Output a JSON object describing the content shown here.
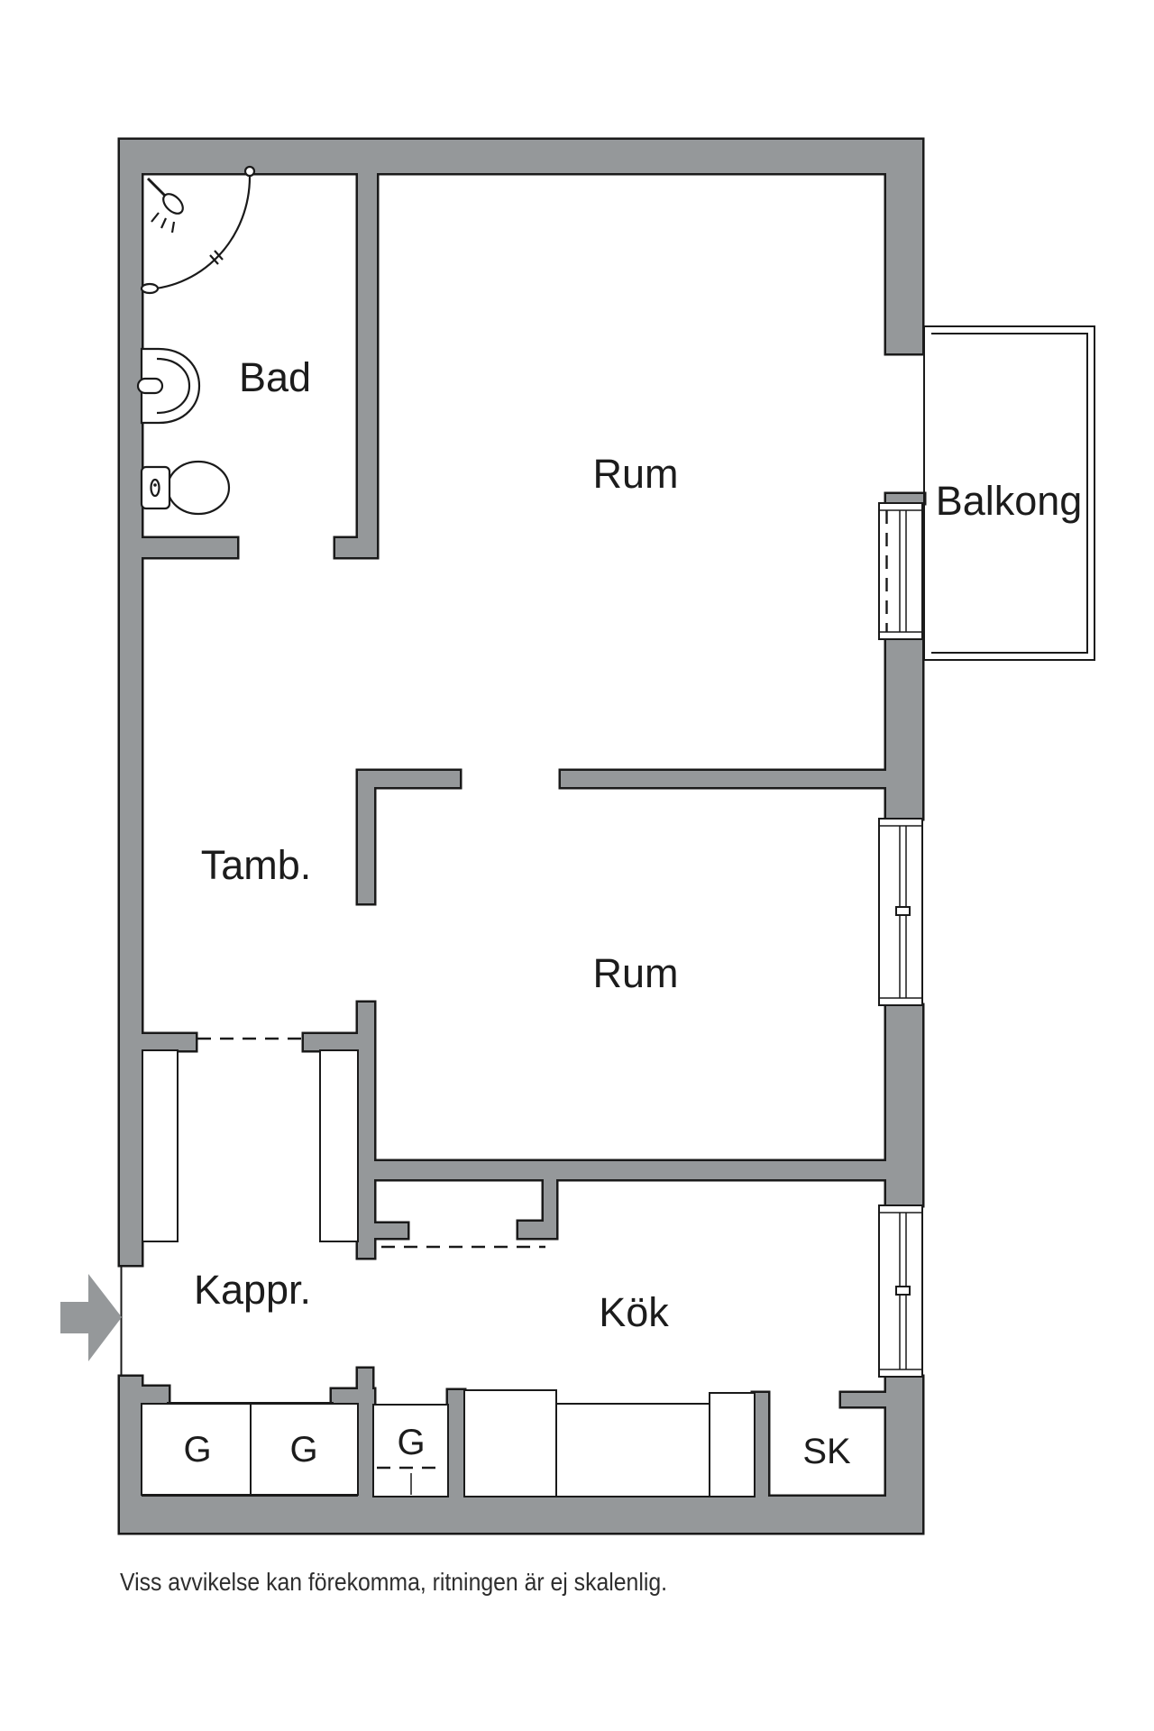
{
  "rooms": {
    "bad": "Bad",
    "rum_top": "Rum",
    "rum_mid": "Rum",
    "tamb": "Tamb.",
    "kappr": "Kappr.",
    "kok": "Kök",
    "balkong": "Balkong"
  },
  "closets": {
    "g1": "G",
    "g2": "G",
    "g3": "G",
    "sk": "SK"
  },
  "footer": {
    "disclaimer": "Viss avvikelse kan förekomma, ritningen är ej skalenlig."
  },
  "icons": {
    "entrance": "entrance-arrow",
    "bathroom": [
      "shower-icon",
      "sink-icon",
      "toilet-icon"
    ],
    "openings": [
      "balcony-door",
      "window",
      "window",
      "dashed-opening",
      "dashed-opening",
      "dashed-opening"
    ]
  },
  "colors": {
    "wall": "#95989A",
    "outline": "#1A1A1A",
    "text": "#1C1C1C",
    "background": "#FFFFFF"
  }
}
